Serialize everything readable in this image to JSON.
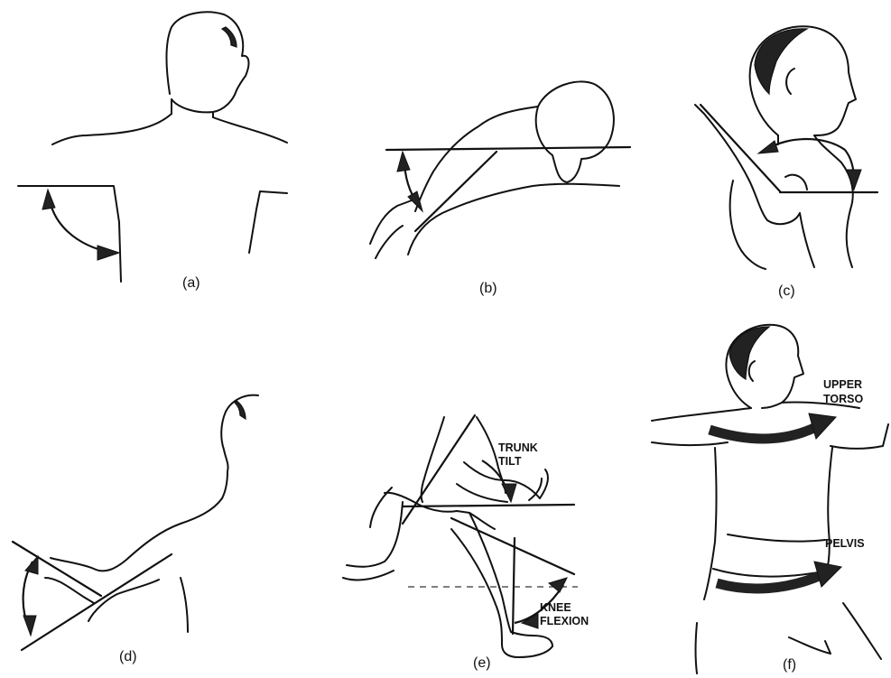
{
  "panels": [
    {
      "caption": "(a)"
    },
    {
      "caption": "(b)"
    },
    {
      "caption": "(c)"
    },
    {
      "caption": "(d)"
    },
    {
      "caption": "(e)",
      "labels": [
        "TRUNK",
        "TILT",
        "KNEE",
        "FLEXION"
      ]
    },
    {
      "caption": "(f)",
      "labels": [
        "UPPER",
        "TORSO",
        "PELVIS"
      ]
    }
  ]
}
